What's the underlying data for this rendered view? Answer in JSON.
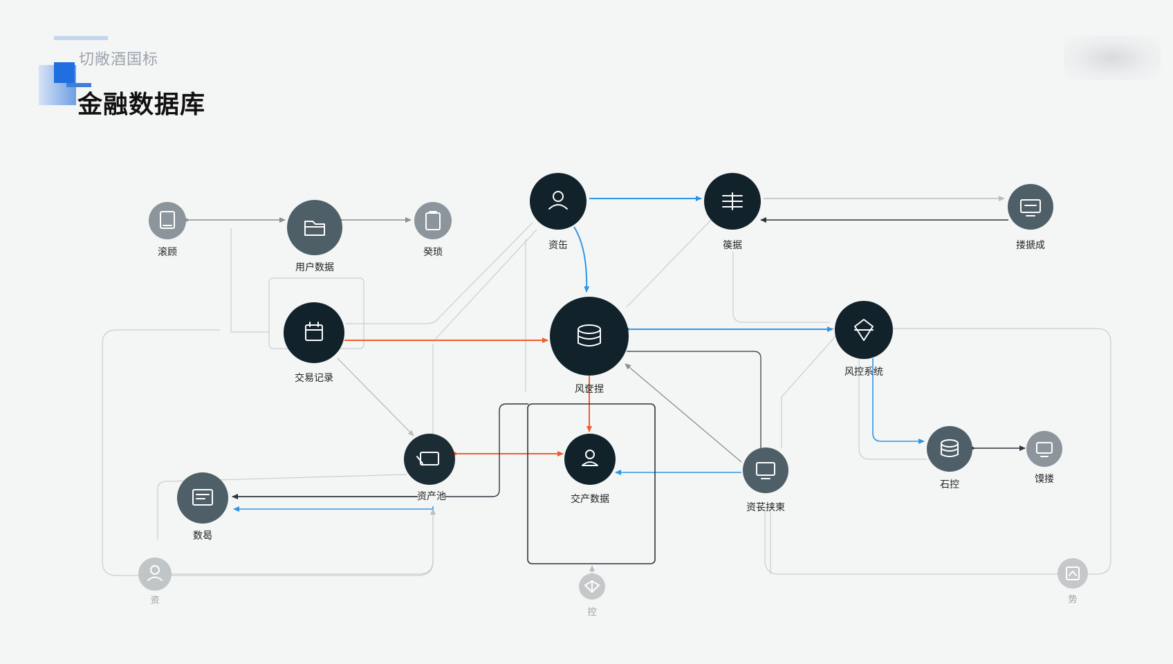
{
  "header": {
    "subtitle": "切敞酒国标",
    "title": "金融数据库"
  },
  "nodes": {
    "user_data": "用户数据",
    "left_top": "滚顾",
    "right_of_user": "癸琐",
    "capital": "资缶",
    "data_top": "篌据",
    "top_right": "搂搋成",
    "trade_record": "交易记录",
    "risk_center": "风奁捏",
    "risk_system": "风控系统",
    "asset_pool": "资产池",
    "asset_data": "交产数据",
    "asset_review": "资苌挟柬",
    "right_db": "石控",
    "far_right": "馍搂",
    "bottom_left": "数曷",
    "faint_left": "资",
    "faint_bottom": "控",
    "faint_right": "势"
  },
  "colors": {
    "dark_node": "#11222b",
    "mid_node": "#4f5f68",
    "light_node": "#8c959b",
    "faint_node": "#c4c8cb",
    "blue": "#2f95e6",
    "orange": "#f25c2a"
  }
}
